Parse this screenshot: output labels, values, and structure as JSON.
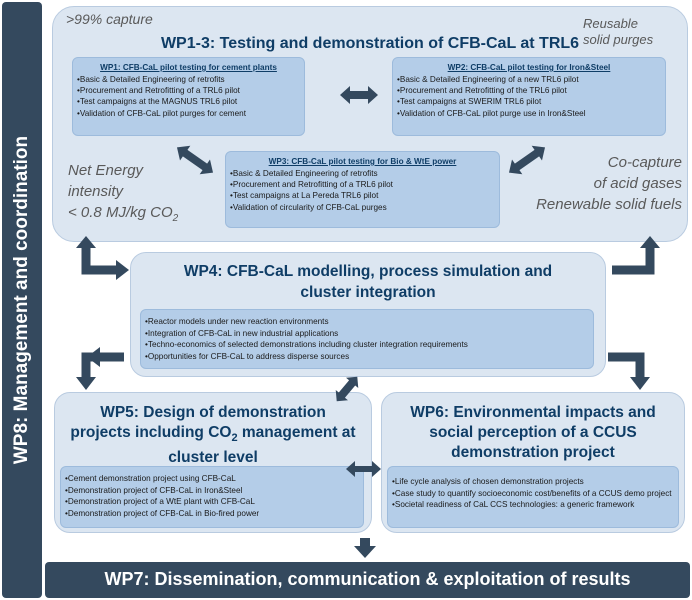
{
  "wp8": {
    "label": "WP8: Management and coordination"
  },
  "wp13": {
    "title": "WP1-3: Testing and demonstration of CFB-CaL at TRL6",
    "note_capture": ">99% capture",
    "note_purges_1": "Reusable",
    "note_purges_2": "solid purges",
    "note_energy_1": "Net Energy",
    "note_energy_2": "intensity",
    "note_energy_3": "< 0.8 MJ/kg CO",
    "note_energy_sub": "2",
    "note_cocapture_1": "Co-capture",
    "note_cocapture_2": "of acid gases",
    "note_cocapture_3": "Renewable solid fuels"
  },
  "wp1": {
    "title": "WP1: CFB-CaL pilot testing for cement plants",
    "items": [
      "Basic & Detailed Engineering of retrofits",
      "Procurement and Retrofitting of a TRL6 pilot",
      "Test campaigns at the MAGNUS TRL6 pilot",
      "Validation of CFB-CaL pilot purges for cement"
    ]
  },
  "wp2": {
    "title": "WP2: CFB-CaL pilot testing for Iron&Steel",
    "items": [
      "Basic & Detailed Engineering of a new TRL6 pilot",
      "Procurement and Retrofitting of the TRL6 pilot",
      "Test campaigns at SWERIM TRL6 pilot",
      "Validation of CFB-CaL pilot purge use in Iron&Steel"
    ]
  },
  "wp3": {
    "title": "WP3: CFB-CaL pilot testing for Bio & WtE power",
    "items": [
      "Basic & Detailed Engineering of retrofits",
      "Procurement and Retrofitting of a TRL6 pilot",
      "Test campaigns at La Pereda TRL6 pilot",
      "Validation of circularity of CFB-CaL purges"
    ]
  },
  "wp4": {
    "title": "WP4: CFB-CaL modelling, process simulation and cluster integration",
    "items": [
      "Reactor models under new reaction environments",
      "Integration of CFB-CaL in new industrial applications",
      "Techno-economics of selected demonstrations including cluster integration requirements",
      "Opportunities for CFB-CaL to address disperse sources"
    ]
  },
  "wp5": {
    "title_1": "WP5: Design of demonstration",
    "title_2": "projects including CO",
    "title_sub": "2",
    "title_3": " management at",
    "title_4": "cluster level",
    "items": [
      "Cement demonstration project using CFB-CaL",
      "Demonstration project of CFB-CaL in Iron&Steel",
      "Demonstration project of a WtE plant with CFB-CaL",
      "Demonstration project of CFB-CaL in Bio-fired power"
    ]
  },
  "wp6": {
    "title": "WP6: Environmental impacts and social perception of a CCUS demonstration project",
    "items": [
      "Life cycle analysis of chosen demonstration projects",
      "Case study to quantify socioeconomic cost/benefits of a CCUS demo project",
      "Societal readiness of CaL CCS technologies: a generic framework"
    ]
  },
  "wp7": {
    "label": "WP7: Dissemination, communication & exploitation of results"
  },
  "colors": {
    "dark": "#34495e",
    "cloud": "#dce6f1",
    "subbox": "#b4cde8",
    "title": "#0f3d66"
  }
}
